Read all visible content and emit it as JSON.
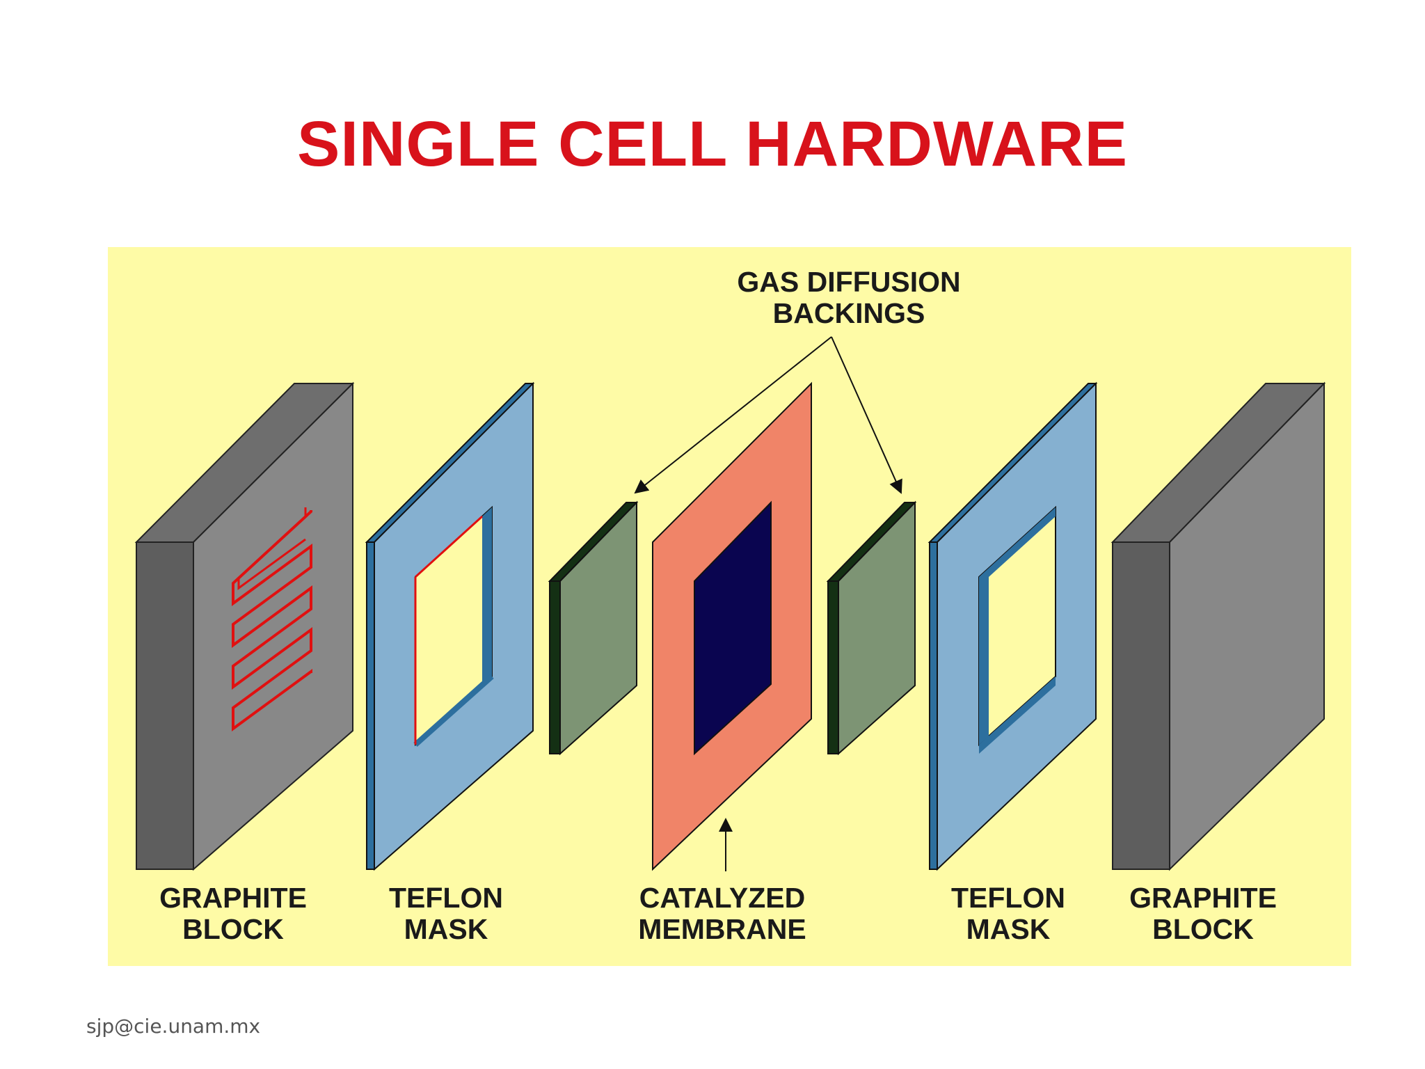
{
  "title": "SINGLE CELL HARDWARE",
  "labels": {
    "gas_diffusion": [
      "GAS DIFFUSION",
      "BACKINGS"
    ],
    "graphite_left": [
      "GRAPHITE",
      "BLOCK"
    ],
    "teflon_left": [
      "TEFLON",
      "MASK"
    ],
    "membrane": [
      "CATALYZED",
      "MEMBRANE"
    ],
    "teflon_right": [
      "TEFLON",
      "MASK"
    ],
    "graphite_right": [
      "GRAPHITE",
      "BLOCK"
    ]
  },
  "footer": "sjp@cie.unam.mx",
  "colors": {
    "title": "#d8121b",
    "panel": "#fefba6",
    "graphite_front": "#5e5e5e",
    "graphite_face": "#888888",
    "graphite_top": "#6e6e6e",
    "flow_channel": "#e01010",
    "teflon": "#85b0d0",
    "teflon_edge": "#2d6f9e",
    "backing": "#7d9474",
    "backing_edge": "#143014",
    "membrane": "#f08468",
    "catalyst": "#0a0550"
  }
}
